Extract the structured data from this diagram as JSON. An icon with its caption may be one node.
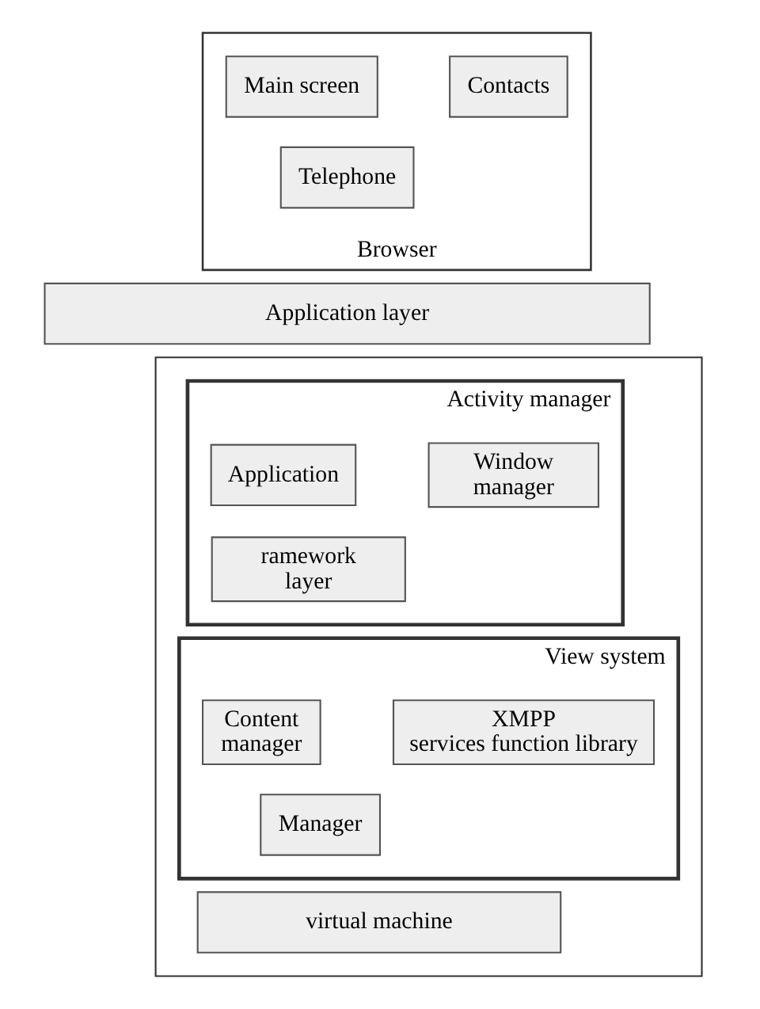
{
  "diagram": {
    "nodes": [
      {
        "text": [
          "Browser"
        ]
      },
      {
        "text": [
          "Main screen"
        ],
        "in": 0
      },
      {
        "text": [
          "Contacts"
        ],
        "in": 0
      },
      {
        "text": [
          "Telephone"
        ],
        "in": 0
      },
      {
        "text": [
          "Application layer"
        ]
      },
      {
        "text": [],
        "shape": "box"
      },
      {
        "text": [
          "Activity manager"
        ],
        "in": 5
      },
      {
        "text": [
          "Application"
        ],
        "in": 6
      },
      {
        "text": [
          "ramework layer"
        ],
        "in": 6
      },
      {
        "text": [
          "Window manager"
        ],
        "in": 6
      },
      {
        "text": [
          "View system"
        ],
        "in": 5
      },
      {
        "text": [
          "Content manager"
        ],
        "in": 10
      },
      {
        "text": [
          "Manager"
        ],
        "in": 10
      },
      {
        "text": [
          "XMPP services function library"
        ],
        "in": 10
      },
      {
        "text": [
          "virtual machine"
        ],
        "in": 5
      }
    ],
    "edges": []
  }
}
